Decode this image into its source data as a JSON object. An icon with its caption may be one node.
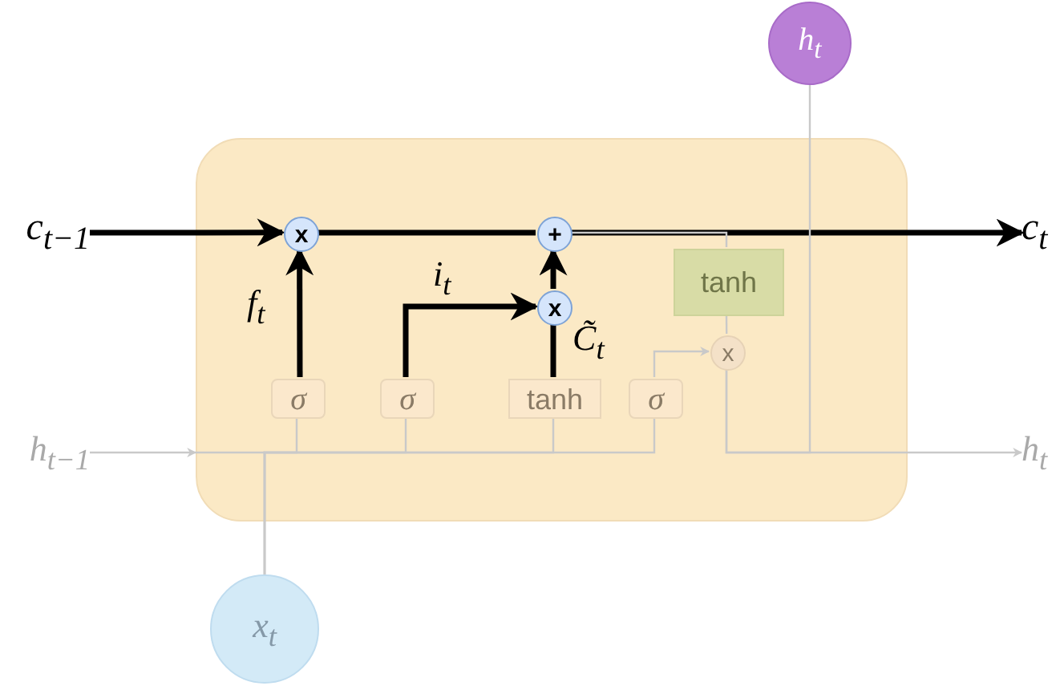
{
  "diagram": {
    "nodes": [
      {
        "text": [],
        "shape": "box"
      },
      {
        "text": [
          "c$_{t−1}$"
        ]
      },
      {
        "text": [
          "x"
        ],
        "in": 0
      },
      {
        "text": [
          "+"
        ],
        "in": 0
      },
      {
        "text": [
          "x"
        ],
        "in": 0
      },
      {
        "text": [
          "tanh"
        ],
        "in": 0
      },
      {
        "text": [
          "x"
        ],
        "in": 0
      },
      {
        "text": [
          "σ"
        ],
        "in": 0
      },
      {
        "text": [
          "σ"
        ],
        "in": 0
      },
      {
        "text": [
          "tanh"
        ],
        "in": 0
      },
      {
        "text": [
          "σ"
        ],
        "in": 0
      },
      {
        "text": [
          "c$_{t}$"
        ]
      },
      {
        "text": [
          "h$_{t}$"
        ]
      },
      {
        "text": [
          "h$_{t−1}$"
        ]
      },
      {
        "text": [
          "h$_{t}$"
        ]
      },
      {
        "text": [
          "x$_{t}$"
        ]
      }
    ],
    "edges": [
      {
        "from": 1,
        "to": 2,
        "arrow": "to",
        "style": "thick",
        "color": "#000000"
      },
      {
        "from": 2,
        "to": 3,
        "arrow": "none",
        "style": "thick",
        "color": "#000000"
      },
      {
        "from": 3,
        "to": 11,
        "arrow": "to",
        "style": "thick",
        "color": "#000000"
      },
      {
        "from": 7,
        "to": 2,
        "arrow": "to",
        "label": "f$_{t}$",
        "style": "thick",
        "color": "#000000"
      },
      {
        "from": 8,
        "to": 4,
        "arrow": "to",
        "label": "i$_{t}$",
        "style": "thick",
        "color": "#000000"
      },
      {
        "from": 9,
        "to": 4,
        "arrow": "none",
        "label": "C̃$_{t}$",
        "style": "thick",
        "color": "#000000"
      },
      {
        "from": 4,
        "to": 3,
        "arrow": "to",
        "style": "thick",
        "color": "#000000"
      },
      {
        "from": 13,
        "to": 0,
        "arrow": "to"
      },
      {
        "from": 15,
        "to": 7,
        "arrow": "none"
      },
      {
        "from": 15,
        "to": 8,
        "arrow": "none"
      },
      {
        "from": 15,
        "to": 9,
        "arrow": "none"
      },
      {
        "from": 15,
        "to": 10,
        "arrow": "none"
      },
      {
        "from": 10,
        "to": 6,
        "arrow": "to"
      },
      {
        "from": 3,
        "to": 5,
        "arrow": "none"
      },
      {
        "from": 5,
        "to": 6,
        "arrow": "none"
      },
      {
        "from": 6,
        "to": 14,
        "arrow": "to"
      },
      {
        "from": 6,
        "to": 12,
        "arrow": "none"
      }
    ]
  }
}
